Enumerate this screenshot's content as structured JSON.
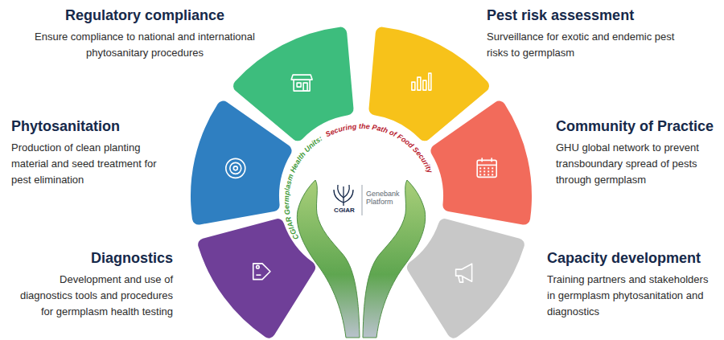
{
  "diagram": {
    "nodes": [
      {
        "text": [
          "Regulatory compliance",
          "Ensure compliance to national and international phytosanitary procedures"
        ]
      },
      {
        "text": [
          "Phytosanitation",
          "Production of clean planting material and seed treatment for pest elimination"
        ]
      },
      {
        "text": [
          "Diagnostics",
          "Development and use of diagnostics tools and procedures for germplasm health testing"
        ]
      },
      {
        "text": [
          "Pest risk assessment",
          "Surveillance for exotic and endemic pest risks to germplasm"
        ]
      },
      {
        "text": [
          "Community of Practice",
          "GHU global network to prevent transboundary spread of pests through germplasm"
        ]
      },
      {
        "text": [
          "Capacity development",
          "Training partners and stakeholders in germplasm phytosanitation and diagnostics"
        ]
      }
    ],
    "labels": [
      "CGIAR Germplasm Health Units:",
      "Securing the Path of Food Security",
      "CGIAR",
      "Genebank Platform"
    ]
  }
}
